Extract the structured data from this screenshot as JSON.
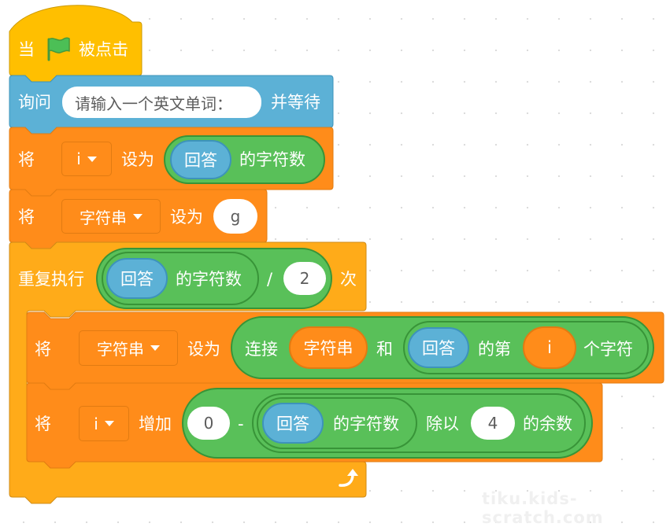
{
  "colors": {
    "event": "#ffbf00",
    "sensing": "#5cb1d6",
    "variables": "#ff8c1a",
    "control": "#ffab19",
    "operators": "#59c059",
    "flag": "#4cbf56"
  },
  "hat": {
    "when": "当",
    "flag_icon": "green-flag-icon",
    "clicked": "被点击"
  },
  "ask": {
    "label": "询问",
    "prompt": "请输入一个英文单词：",
    "wait": "并等待"
  },
  "set_i": {
    "set": "将",
    "var": "i",
    "to": "设为",
    "answer": "回答",
    "length_of": "的字符数"
  },
  "set_str": {
    "set": "将",
    "var": "字符串",
    "to": "设为",
    "value": "g"
  },
  "repeat": {
    "label": "重复执行",
    "answer": "回答",
    "length_of": "的字符数",
    "op": "/",
    "divisor": "2",
    "times": "次",
    "loop_icon": "loop-arrow-icon"
  },
  "inner_set": {
    "set": "将",
    "var": "字符串",
    "to": "设为",
    "join": "连接",
    "join_var": "字符串",
    "and": "和",
    "answer": "回答",
    "letter_prefix": "的第",
    "index_var": "i",
    "letter_suffix": "个字符"
  },
  "change_i": {
    "set": "将",
    "var": "i",
    "change": "增加",
    "zero": "0",
    "minus": "-",
    "answer": "回答",
    "length_of": "的字符数",
    "mod": "除以",
    "mod_value": "4",
    "remainder": "的余数"
  },
  "watermark": "tiku.kids-scratch.com"
}
